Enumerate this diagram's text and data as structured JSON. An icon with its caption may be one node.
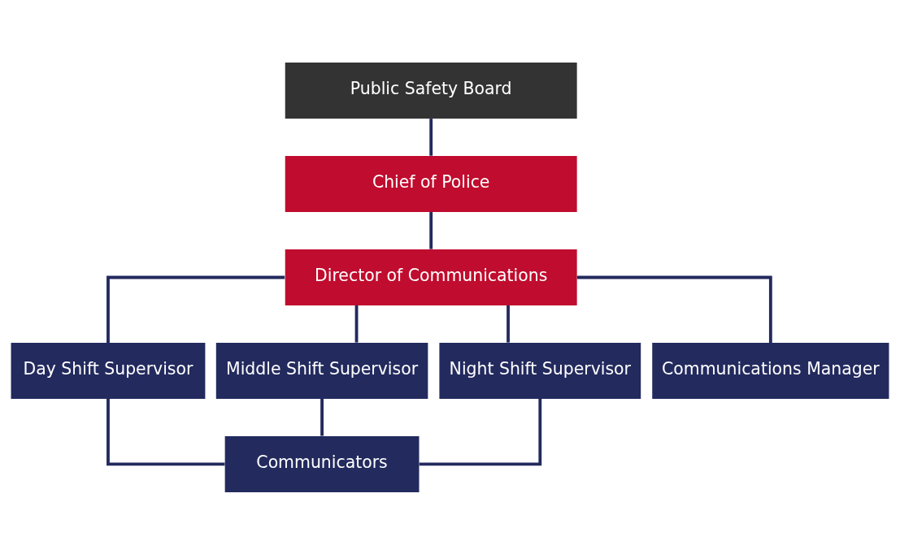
{
  "diagram": {
    "nodes": [
      {
        "text": [
          "Public Safety Board"
        ]
      },
      {
        "text": [
          "Chief of Police"
        ]
      },
      {
        "text": [
          "Director of Communications"
        ]
      },
      {
        "text": [
          "Day Shift Supervisor"
        ]
      },
      {
        "text": [
          "Middle Shift Supervisor"
        ]
      },
      {
        "text": [
          "Night Shift Supervisor"
        ]
      },
      {
        "text": [
          "Communications Manager"
        ]
      },
      {
        "text": [
          "Communicators"
        ]
      }
    ],
    "edges": [
      {
        "from": 0,
        "to": 1,
        "arrow": "none"
      },
      {
        "from": 1,
        "to": 2,
        "arrow": "none"
      },
      {
        "from": 2,
        "to": 3,
        "arrow": "none"
      },
      {
        "from": 2,
        "to": 4,
        "arrow": "none"
      },
      {
        "from": 2,
        "to": 5,
        "arrow": "none"
      },
      {
        "from": 2,
        "to": 6,
        "arrow": "none"
      },
      {
        "from": 3,
        "to": 7,
        "arrow": "none"
      },
      {
        "from": 4,
        "to": 7,
        "arrow": "none"
      },
      {
        "from": 5,
        "to": 7,
        "arrow": "none"
      }
    ]
  }
}
